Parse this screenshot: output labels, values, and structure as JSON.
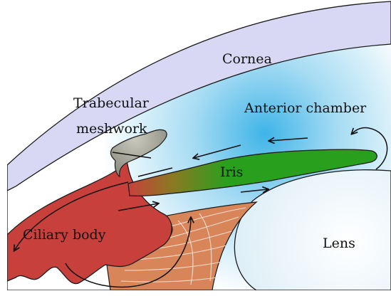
{
  "labels": {
    "cornea": "Cornea",
    "trabecular_line1": "Trabecular",
    "trabecular_line2": "meshwork",
    "anterior_chamber": "Anterior chamber",
    "iris": "Iris",
    "ciliary_body": "Ciliary body",
    "lens": "Lens"
  },
  "colors": {
    "cornea": "#d8d8f5",
    "chamber_glow": "#3fb4e8",
    "iris_green": "#28a01e",
    "ciliary_red": "#c8403c",
    "zonules": "#d9855a",
    "trabecular": "#a9a99b",
    "lens": "#dfeef6",
    "outline": "#1a1a1a"
  }
}
